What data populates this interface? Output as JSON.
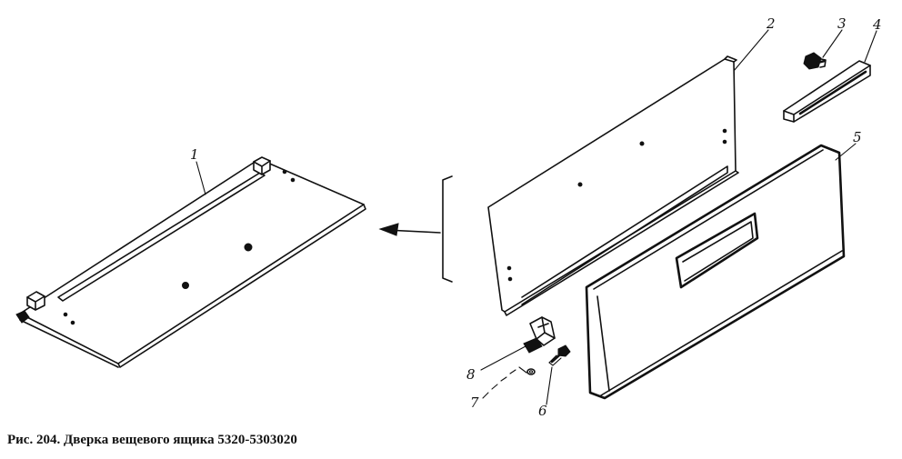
{
  "caption": "Рис. 204. Дверка вещевого ящика 5320-5303020",
  "callouts": {
    "c1": "1",
    "c2": "2",
    "c3": "3",
    "c4": "4",
    "c5": "5",
    "c6": "6",
    "c7": "7",
    "c8": "8"
  }
}
